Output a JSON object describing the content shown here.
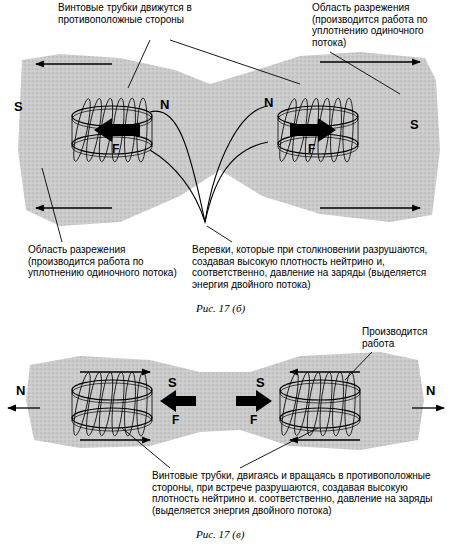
{
  "diagram": {
    "labels": [
      "Винтовые трубки движутся в противоположные стороны",
      "Область разрежения (производится работа по уплотнению одиночного потока)",
      "S",
      "N",
      "F",
      "F",
      "N",
      "S",
      "Область разрежения (производится работа по уплотнению одиночного потока)",
      "Веревки, которые при столкновении разрушаются, создавая высокую плотность нейтрино и, соответственно, давление на заряды (выделяется энергия двойного потока)",
      "Рис. 17 (б)",
      "Производится работа",
      "N",
      "S",
      "F",
      "S",
      "F",
      "N",
      "Винтовые трубки, двигаясь и вращаясь в противоположные стороны, при встрече разрушаются, создавая высокую плотность нейтрино и. соответственно, давление на заряды (выделяется энергия двойного потока)",
      "Рис. 17 (в)"
    ]
  }
}
